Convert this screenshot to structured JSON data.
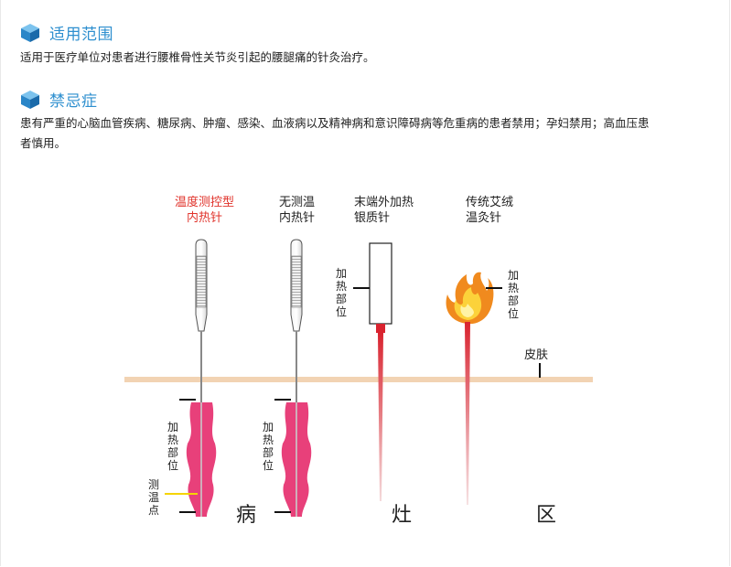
{
  "sections": [
    {
      "title": "适用范围",
      "text": "适用于医疗单位对患者进行腰椎骨性关节炎引起的腰腿痛的针灸治疗。"
    },
    {
      "title": "禁忌症",
      "text_line1": "患有严重的心脑血管疾病、糖尿病、肿瘤、感染、血液病以及精神病和意识障碍病等危重病的患者禁用；孕妇禁用；高血压患",
      "text_line2": "者慎用。"
    }
  ],
  "diagram": {
    "needles": [
      {
        "label_line1": "温度测控型",
        "label_line2": "内热针",
        "highlight": true
      },
      {
        "label_line1": "无测温",
        "label_line2": "内热针",
        "highlight": false
      },
      {
        "label_line1": "末端外加热",
        "label_line2": "银质针",
        "highlight": false
      },
      {
        "label_line1": "传统艾绒",
        "label_line2": "温灸针",
        "highlight": false
      }
    ],
    "heating_part": "加热部位",
    "temp_point": "测温点",
    "skin": "皮肤",
    "zone_chars": [
      "病",
      "灶",
      "区"
    ],
    "colors": {
      "accent_blue": "#2e8fcf",
      "label_red": "#e0322a",
      "skin": "#f2d3b3",
      "heat_pink": "#e8407a",
      "needle_red": "#d9232f",
      "temp_yellow": "#f5d400"
    }
  }
}
